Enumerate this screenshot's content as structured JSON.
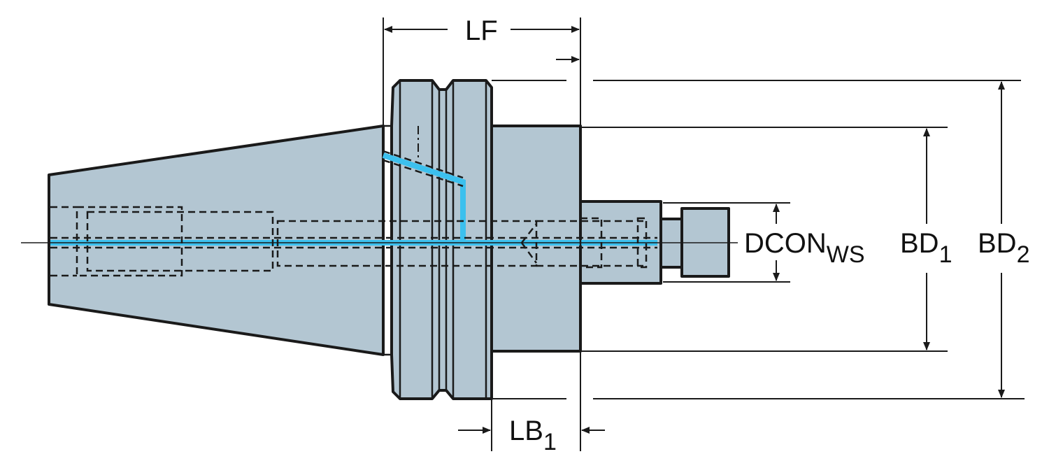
{
  "title": "Tool holder adaptor dimension drawing",
  "labels": {
    "lf": "LF",
    "dcon": "DCON",
    "dcon_sub": "WS",
    "bd1": "BD",
    "bd1_sub": "1",
    "bd2": "BD",
    "bd2_sub": "2",
    "lb1": "LB",
    "lb1_sub": "1"
  },
  "colors": {
    "body_fill": "#b3c6d2",
    "coolant": "#3cc0ee",
    "outline": "#1a1a1a"
  }
}
